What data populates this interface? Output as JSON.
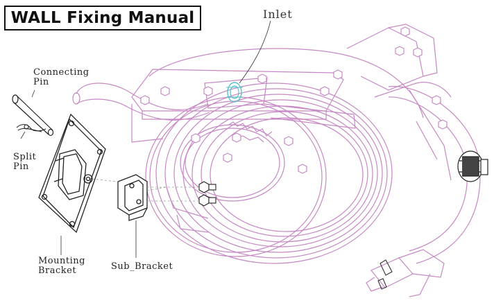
{
  "title": "WALL Fixing Manual",
  "labels": {
    "inlet": "Inlet",
    "connecting_pin": "Connecting\nPin",
    "split_pin": "Split\nPin",
    "mounting_bracket": "Mounting\nBracket",
    "sub_bracket": "Sub_Bracket"
  },
  "colors": {
    "reel_line": "#c688c4",
    "bracket_line": "#333333",
    "inlet_accent": "#58c2cc",
    "text": "#222222"
  }
}
